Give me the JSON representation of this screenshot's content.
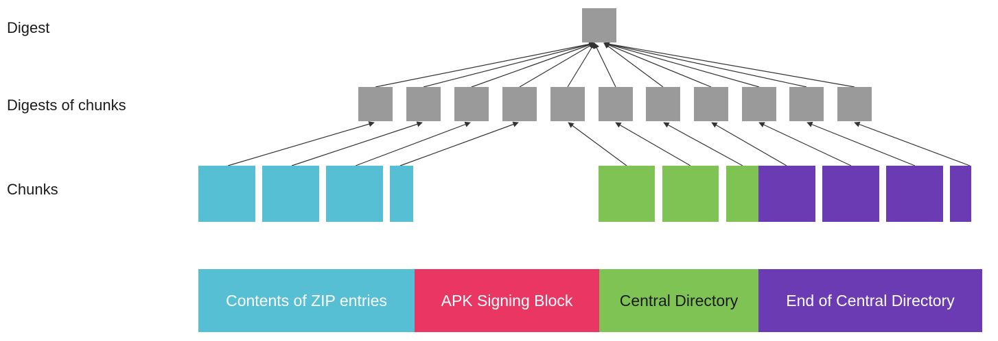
{
  "labels": {
    "digest": "Digest",
    "digests_of_chunks": "Digests of chunks",
    "chunks": "Chunks"
  },
  "segments": [
    {
      "name": "contents",
      "label": "Contents of ZIP entries",
      "color": "#56bfd4",
      "text_color": "#ffffff"
    },
    {
      "name": "signing",
      "label": "APK Signing Block",
      "color": "#ea3663",
      "text_color": "#ffffff"
    },
    {
      "name": "central-dir",
      "label": "Central Directory",
      "color": "#7fc355",
      "text_color": "#1a1a1a"
    },
    {
      "name": "eocd",
      "label": "End of Central Directory",
      "color": "#6a3bb2",
      "text_color": "#ffffff"
    }
  ],
  "colors": {
    "digest_box": "#9a9a9a",
    "arrow": "#333333"
  }
}
